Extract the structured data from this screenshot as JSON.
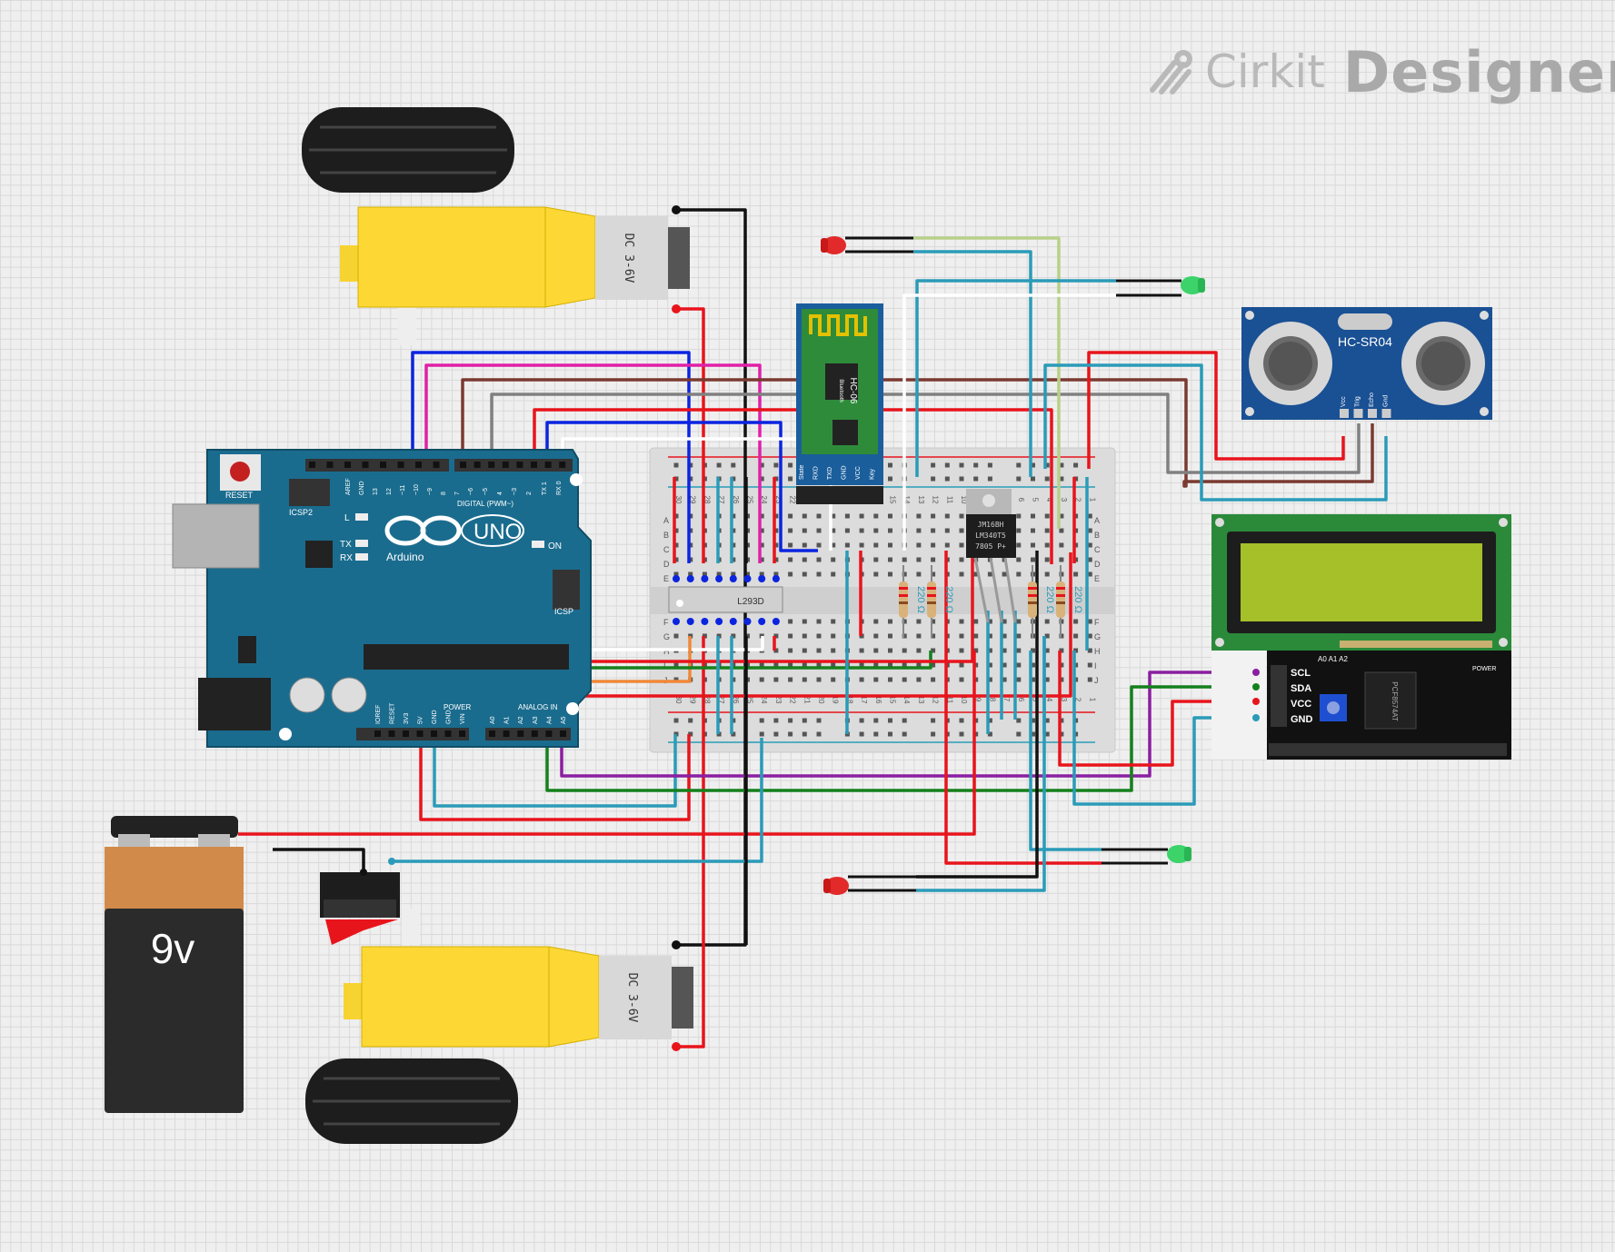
{
  "brand": {
    "logo_icon": "cirkit-pen-icon",
    "name_light": "Cirkit",
    "name_bold": "Designer"
  },
  "components": {
    "arduino": {
      "reset": "RESET",
      "icsp2": "ICSP2",
      "icsp": "ICSP",
      "uno": "UNO",
      "arduino": "Arduino",
      "on": "ON",
      "tx": "TX",
      "rx": "RX",
      "l": "L",
      "digital": "DIGITAL (PWM~)",
      "power": "POWER",
      "analog": "ANALOG IN",
      "top_pins": [
        "AREF",
        "GND",
        "13",
        "12",
        "~11",
        "~10",
        "~9",
        "8",
        "7",
        "~6",
        "~5",
        "4",
        "~3",
        "2",
        "TX 1",
        "RX 0"
      ],
      "power_pins": [
        "IOREF",
        "RESET",
        "3V3",
        "5V",
        "GND",
        "GND",
        "VIN"
      ],
      "analog_pins": [
        "A0",
        "A1",
        "A2",
        "A3",
        "A4",
        "A5"
      ]
    },
    "bluetooth": {
      "name": "HC-06",
      "sub": "Bluetooth",
      "pins": [
        "State",
        "RXD",
        "TXD",
        "GND",
        "VCC",
        "Key"
      ]
    },
    "ultrasonic": {
      "name": "HC-SR04",
      "pins": [
        "Vcc",
        "Trig",
        "Echo",
        "Gnd"
      ]
    },
    "lcd_i2c": {
      "pins": [
        "SCL",
        "SDA",
        "VCC",
        "GND"
      ],
      "chip": "PCF8574AT",
      "power": "POWER",
      "addr": "A0 A1 A2"
    },
    "driver": {
      "name": "L293D"
    },
    "regulator": {
      "lines": [
        "JM16BH",
        "LM340T5",
        "7805 P+"
      ]
    },
    "battery": {
      "label": "9v"
    },
    "motor_top": {
      "label": "DC 3-6V"
    },
    "motor_bottom": {
      "label": "DC 3-6V"
    },
    "resistors": [
      "220 Ω",
      "220 Ω",
      "220 Ω",
      "220 Ω"
    ],
    "breadboard": {
      "rows_top": [
        "A",
        "B",
        "C",
        "D",
        "E"
      ],
      "rows_bottom": [
        "F",
        "G",
        "H",
        "I",
        "J"
      ],
      "col_numbers": [
        "30",
        "29",
        "28",
        "27",
        "26",
        "25",
        "24",
        "23",
        "22",
        "21",
        "20",
        "19",
        "18",
        "17",
        "16",
        "15",
        "14",
        "13",
        "12",
        "11",
        "10",
        "9",
        "8",
        "7",
        "6",
        "5",
        "4",
        "3",
        "2",
        "1"
      ]
    }
  },
  "colors": {
    "wire_red": "#e8141c",
    "wire_black": "#111111",
    "wire_blue": "#0b24e0",
    "wire_cyan": "#2a9bb8",
    "wire_green": "#15801c",
    "wire_purple": "#8a1fa0",
    "wire_pink": "#e020a8",
    "wire_brown": "#7a3a30",
    "wire_gray": "#808080",
    "wire_orange": "#f08838",
    "wire_white": "#ffffff",
    "wire_lightgreen": "#b8d08a",
    "board_blue": "#1a6c8e",
    "bb_body": "#dcdcdc"
  }
}
